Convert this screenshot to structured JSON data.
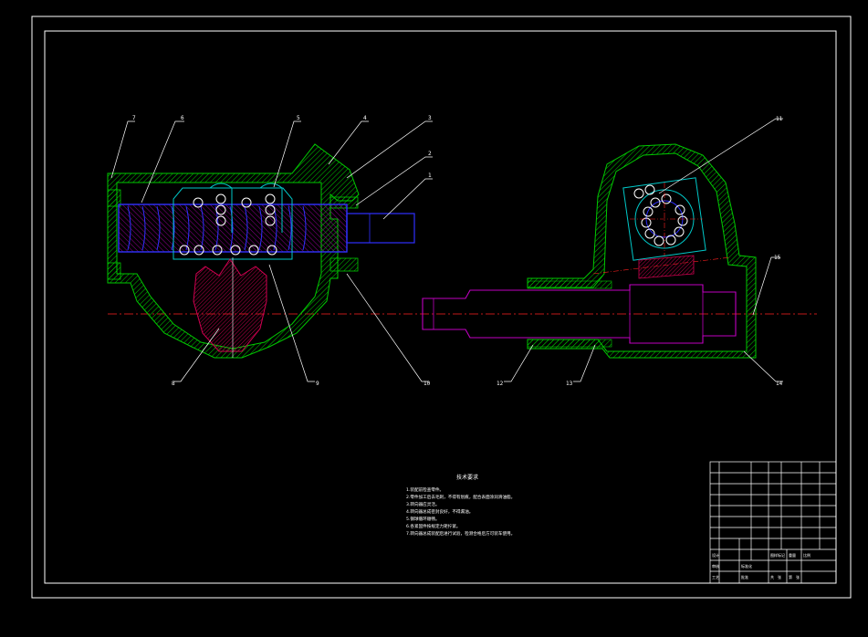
{
  "drawing": {
    "callouts": [
      "7",
      "6",
      "5",
      "4",
      "3",
      "2",
      "1",
      "8",
      "9",
      "10",
      "11",
      "15",
      "12",
      "13",
      "14"
    ],
    "notes_title": "技术要求",
    "notes": [
      "1.装配前检查零件。",
      "2.零件加工后去毛刺，不得有划痕，配合表面涂润滑油脂。",
      "3.转向器应灵活。",
      "4.转向器总成密封良好，不得漏油。",
      "5.钢球循环顺畅。",
      "6.各紧固件按规定力矩拧紧。",
      "7.转向器总成装配后进行试验，检测合格后方可装车使用。"
    ],
    "title_block": {
      "cells": [
        "审核",
        "工艺",
        "批准",
        "标准化",
        "设计",
        "图样标记",
        "重量",
        "比例",
        "共",
        "张",
        "第",
        "张"
      ]
    },
    "colors": {
      "housing": "#00c800",
      "worm": "#3030ff",
      "balls": "#ffffff",
      "shaft": "#c000c0",
      "sector": "#c00060",
      "centerline": "#ff2020",
      "frame": "#ffffff",
      "nut": "#00c8c8"
    }
  }
}
